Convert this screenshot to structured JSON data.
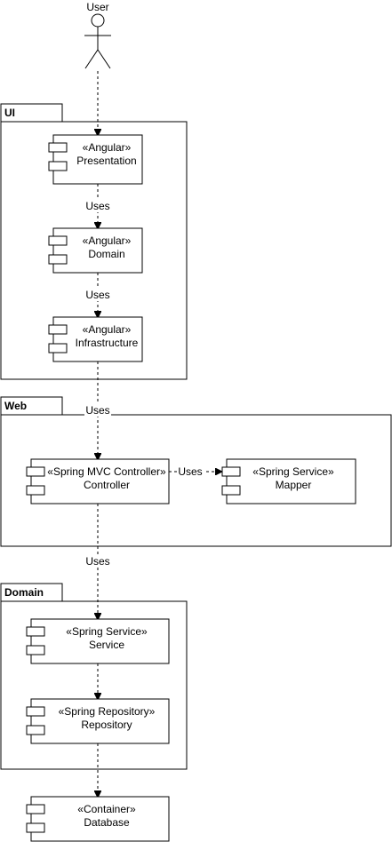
{
  "actor": {
    "label": "User"
  },
  "packages": {
    "ui": {
      "title": "UI"
    },
    "web": {
      "title": "Web"
    },
    "domain": {
      "title": "Domain"
    }
  },
  "components": {
    "presentation": {
      "stereotype": "«Angular»",
      "name": "Presentation"
    },
    "ui_domain": {
      "stereotype": "«Angular»",
      "name": "Domain"
    },
    "infrastructure": {
      "stereotype": "«Angular»",
      "name": "Infrastructure"
    },
    "controller": {
      "stereotype": "«Spring MVC Controller»",
      "name": "Controller"
    },
    "mapper": {
      "stereotype": "«Spring Service»",
      "name": "Mapper"
    },
    "service": {
      "stereotype": "«Spring Service»",
      "name": "Service"
    },
    "repository": {
      "stereotype": "«Spring Repository»",
      "name": "Repository"
    },
    "database": {
      "stereotype": "«Container»",
      "name": "Database"
    }
  },
  "edges": {
    "presentation_to_domain": "Uses",
    "domain_to_infrastructure": "Uses",
    "infrastructure_to_controller": "Uses",
    "controller_to_mapper": "Uses",
    "controller_to_service": "Uses"
  }
}
